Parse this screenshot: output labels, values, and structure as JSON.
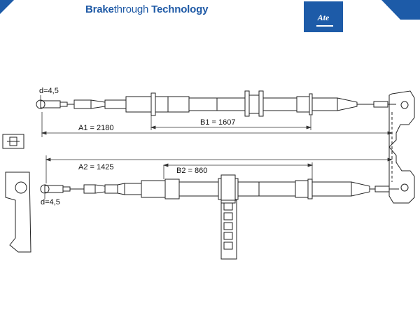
{
  "header": {
    "brand_bold": "Brake",
    "brand_mid": "through",
    "brand_bold2": "Technology",
    "logo_text": "Ate",
    "accent_color": "#1d5ba8",
    "brand_color": "#1f5aa6"
  },
  "dimensions": {
    "a1": "A1 = 2180",
    "b1": "B1 = 1607",
    "a2": "A2 = 1425",
    "b2": "B2 = 860",
    "d_top": "d=4,5",
    "d_bottom": "d=4,5"
  },
  "icons": {
    "detail_box": "connector-detail-icon",
    "bracket": "mounting-bracket-icon"
  }
}
